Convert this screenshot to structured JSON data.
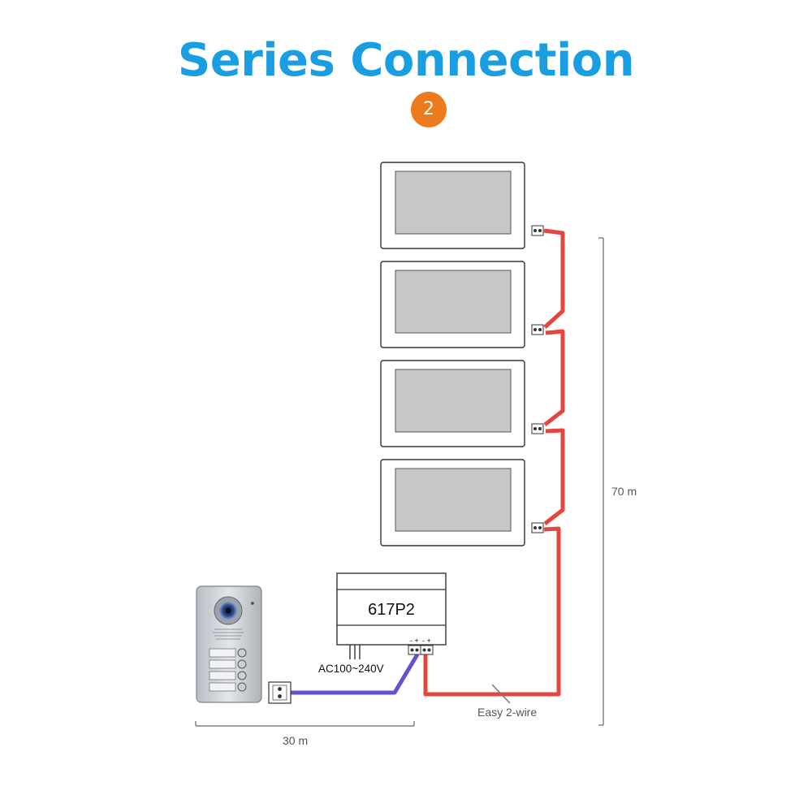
{
  "title": "Series Connection",
  "step_badge": "2",
  "power_unit": {
    "model": "617P2",
    "power_label": "AC100~240V",
    "terminal_left_label": "- +",
    "terminal_right_label": "- +"
  },
  "measurements": {
    "vertical_distance": "70 m",
    "horizontal_distance": "30 m"
  },
  "wire_label": "Easy 2-wire",
  "colors": {
    "title": "#1a9ee2",
    "badge": "#ee7a1e",
    "monitor_wire": "#e2463e",
    "door_wire": "#6a4fcf"
  }
}
